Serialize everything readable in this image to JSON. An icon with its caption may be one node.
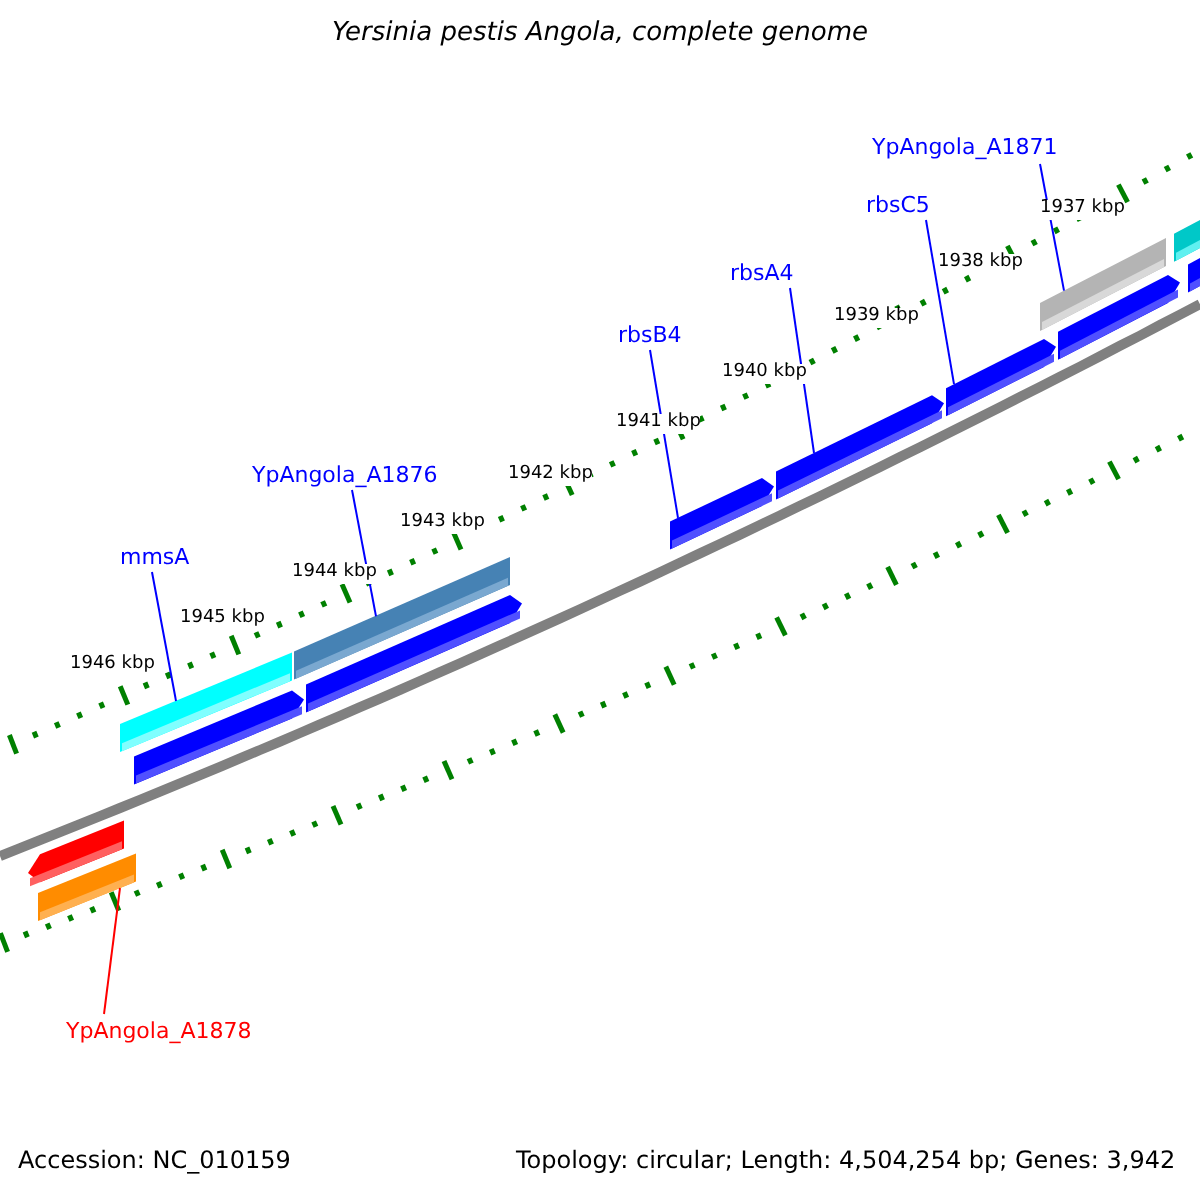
{
  "diagram": {
    "title": "Yersinia pestis Angola, complete genome",
    "nodes": [
      {
        "text": [
          "YpAngola_A1871"
        ]
      },
      {
        "text": [
          "rbsC5"
        ]
      },
      {
        "text": [
          "rbsA4"
        ]
      },
      {
        "text": [
          "rbsB4"
        ]
      },
      {
        "text": [
          "YpAngola_A1876"
        ]
      },
      {
        "text": [
          "mmsA"
        ]
      },
      {
        "text": [
          "YpAngola_A1878"
        ]
      },
      {
        "text": [],
        "shape": "bar"
      },
      {
        "text": [],
        "shape": "bar"
      },
      {
        "text": [],
        "shape": "bar"
      },
      {
        "text": [],
        "shape": "bar"
      },
      {
        "text": [],
        "shape": "bar"
      },
      {
        "text": [],
        "shape": "bar"
      },
      {
        "text": [],
        "shape": "bar"
      },
      {
        "text": [],
        "shape": "bar"
      },
      {
        "text": [],
        "shape": "bar"
      },
      {
        "text": [],
        "shape": "bar"
      },
      {
        "text": [],
        "shape": "bar"
      },
      {
        "text": [],
        "shape": "bar"
      },
      {
        "text": [],
        "shape": "bar"
      }
    ],
    "edges": [
      {
        "from": 0,
        "to": 16,
        "arrow": "none"
      },
      {
        "from": 1,
        "to": 15,
        "arrow": "none"
      },
      {
        "from": 2,
        "to": 14,
        "arrow": "none"
      },
      {
        "from": 3,
        "to": 13,
        "arrow": "none"
      },
      {
        "from": 4,
        "to": 11,
        "arrow": "none"
      },
      {
        "from": 5,
        "to": 9,
        "arrow": "none"
      },
      {
        "from": 6,
        "to": 8,
        "arrow": "none",
        "color": "#ff0000"
      }
    ],
    "labels": [
      "1937 kbp",
      "1938 kbp",
      "1939 kbp",
      "1940 kbp",
      "1941 kbp",
      "1942 kbp",
      "1943 kbp",
      "1944 kbp",
      "1945 kbp",
      "1946 kbp",
      "Accession: NC_010159",
      "Topology: circular; Length: 4,504,254 bp; Genes: 3,942"
    ]
  }
}
